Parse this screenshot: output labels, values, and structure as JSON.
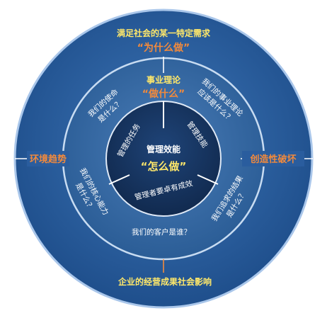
{
  "outer_ring": {
    "top_text": "满足社会的某一特定需求",
    "top_highlight": "“为什么做”",
    "bottom_text": "企业的经营成果社会影响",
    "left_label": "环境趋势",
    "right_label": "创造性破坏"
  },
  "middle_ring": {
    "title": "事业理论",
    "highlight": "“做什么”",
    "questions": {
      "upper_left": [
        "我们的使命",
        "是什么？"
      ],
      "upper_right": [
        "我们的事业理论",
        "应该是什么？"
      ],
      "lower_left": [
        "我们的核心能力",
        "是什么？"
      ],
      "lower_right": [
        "我们追求的结果",
        "是什么？"
      ],
      "bottom": "我们的客户是谁？"
    }
  },
  "inner_circle": {
    "title": "管理效能",
    "highlight": "“怎么做”",
    "segments": {
      "left": "管理的任务",
      "right": "管理技能",
      "bottom": "管理者要卓有成效"
    }
  },
  "colors": {
    "outer": "#2a5d9e",
    "middle": "#35689f",
    "inner": "#15335d",
    "white_text": "#ffffff",
    "yellow_text": "#ffe86a",
    "orange": "#f28a3c",
    "line": "#ffffff"
  }
}
